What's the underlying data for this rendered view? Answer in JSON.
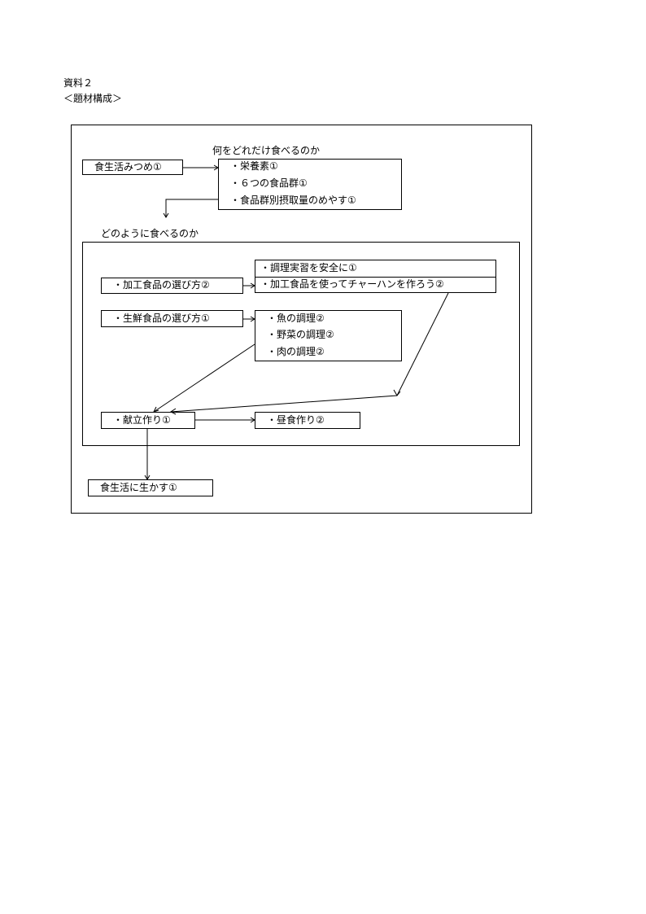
{
  "header": {
    "doc_label": "資料２",
    "section_title": "＜題材構成＞"
  },
  "diagram": {
    "upper_heading": "何をどれだけ食べるのか",
    "start_box": "食生活みつめ①",
    "nutrition_items": [
      "・栄養素①",
      "・６つの食品群①",
      "・食品群別摂取量のめやす①"
    ],
    "inner_heading": "どのように食べるのか",
    "processed_food_box": "・加工食品の選び方②",
    "cooking_items": [
      "・調理実習を安全に①",
      "・加工食品を使ってチャーハンを作ろう②"
    ],
    "fresh_food_box": "・生鮮食品の選び方①",
    "fresh_cooking_items": [
      "・魚の調理②",
      "・野菜の調理②",
      "・肉の調理②"
    ],
    "menu_box": "・献立作り①",
    "lunch_box": "・昼食作り②",
    "end_box": "食生活に生かす①"
  }
}
